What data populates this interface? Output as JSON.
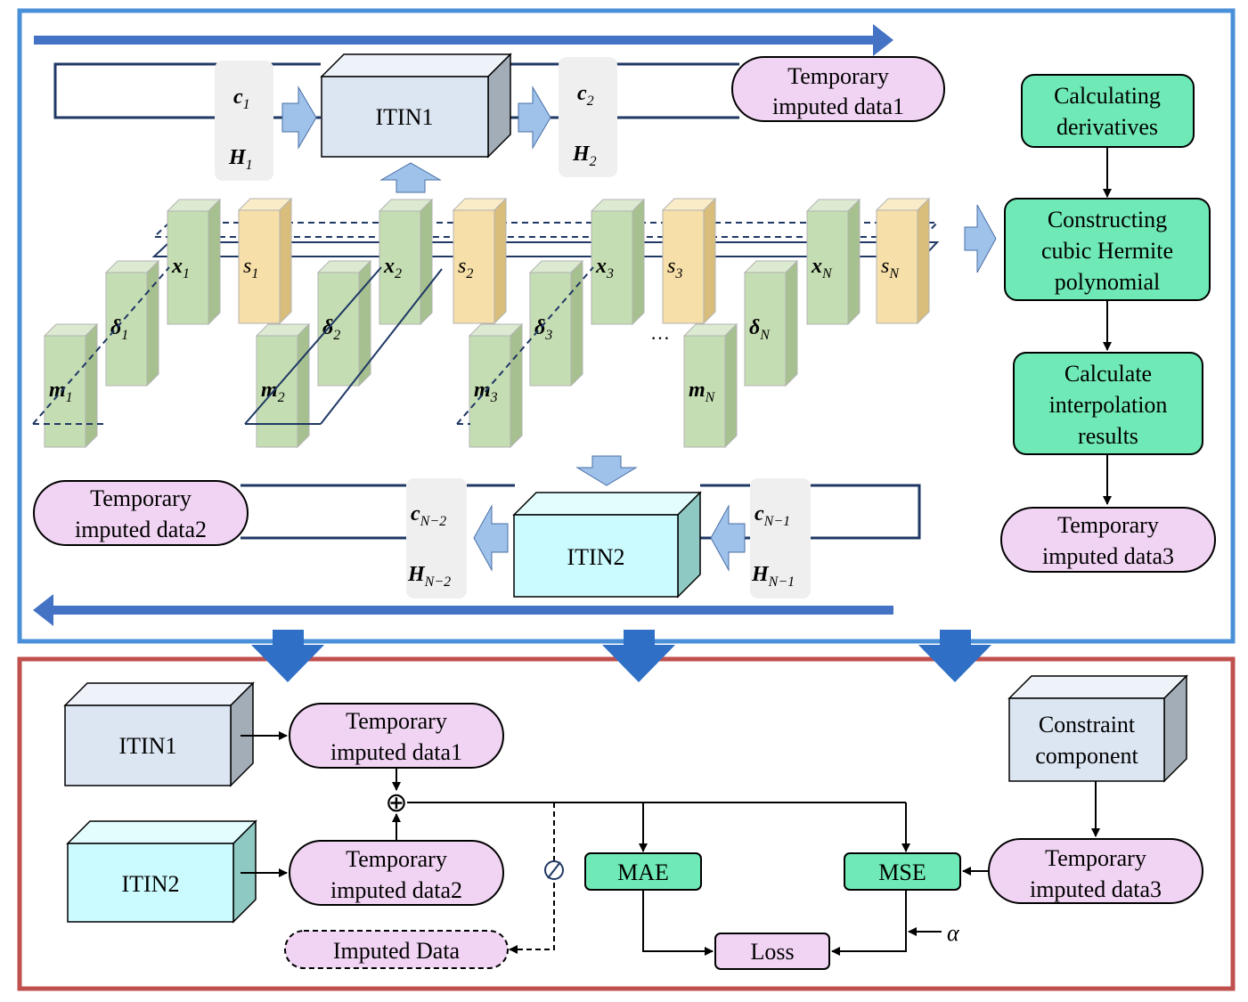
{
  "top": {
    "itin1": "ITIN1",
    "itin2": "ITIN2",
    "temp1": [
      "Temporary",
      "imputed data1"
    ],
    "temp2": [
      "Temporary",
      "imputed data2"
    ],
    "temp3": [
      "Temporary",
      "imputed data3"
    ],
    "c1": "c",
    "c1_sub": "1",
    "h1": "H",
    "h1_sub": "1",
    "c2": "c",
    "c2_sub": "2",
    "h2": "H",
    "h2_sub": "2",
    "cn2": "c",
    "cn2_sub": "N−2",
    "hn2": "H",
    "hn2_sub": "N−2",
    "cn1": "c",
    "cn1_sub": "N−1",
    "hn1": "H",
    "hn1_sub": "N−1",
    "ellipsis": "…"
  },
  "columns": [
    {
      "m": "m",
      "d": "δ",
      "x": "x",
      "s": "s",
      "sub": "1"
    },
    {
      "m": "m",
      "d": "δ",
      "x": "x",
      "s": "s",
      "sub": "2"
    },
    {
      "m": "m",
      "d": "δ",
      "x": "x",
      "s": "s",
      "sub": "3"
    },
    {
      "m": "m",
      "d": "δ",
      "x": "x",
      "s": "s",
      "sub": "N"
    }
  ],
  "flow": {
    "step1": [
      "Calculating",
      "derivatives"
    ],
    "step2": [
      "Constructing",
      "cubic Hermite",
      "polynomial"
    ],
    "step3": [
      "Calculate",
      "interpolation",
      "results"
    ]
  },
  "bottom": {
    "itin1": "ITIN1",
    "itin2": "ITIN2",
    "constraint": [
      "Constraint",
      "component"
    ],
    "temp1": [
      "Temporary",
      "imputed data1"
    ],
    "temp2": [
      "Temporary",
      "imputed data2"
    ],
    "temp3": [
      "Temporary",
      "imputed data3"
    ],
    "mae": "MAE",
    "mse": "MSE",
    "loss": "Loss",
    "imputed": "Imputed Data",
    "oplus": "⊕",
    "oslash": "⊘",
    "alpha": "α"
  },
  "colors": {
    "top_frame": "#4a90d9",
    "bottom_frame": "#c0504d",
    "pink": "#f1d4f3",
    "green": "#6fe9b5",
    "itin1": "#dce6f2",
    "itin2": "#ccfbff",
    "col_green": "#c5ddb3",
    "col_orange": "#f6dfa8",
    "blue_arrow": "#9ec2ea",
    "dark_arrow": "#2f6fc6"
  }
}
